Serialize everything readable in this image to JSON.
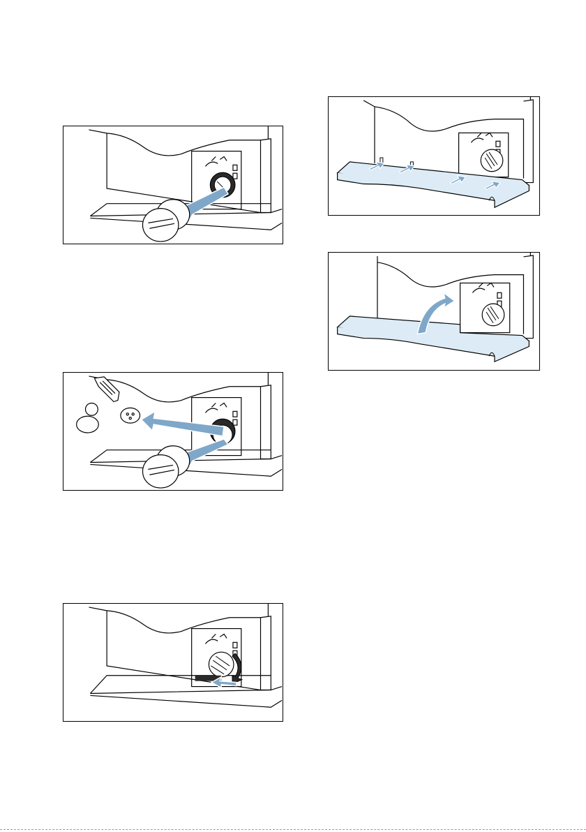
{
  "figures": [
    {
      "id": "fig-1",
      "icon": "remove-drain-pump-filter-illustration"
    },
    {
      "id": "fig-2",
      "icon": "clean-foreign-objects-illustration"
    },
    {
      "id": "fig-3",
      "icon": "refit-drain-pump-filter-illustration"
    },
    {
      "id": "fig-4",
      "icon": "attach-service-flap-illustration"
    },
    {
      "id": "fig-5",
      "icon": "close-service-flap-illustration"
    }
  ],
  "colors": {
    "line": "#000000",
    "arrow": "#7fa7c9",
    "flap_fill": "#dcebf5",
    "dark": "#2a2a2a"
  }
}
